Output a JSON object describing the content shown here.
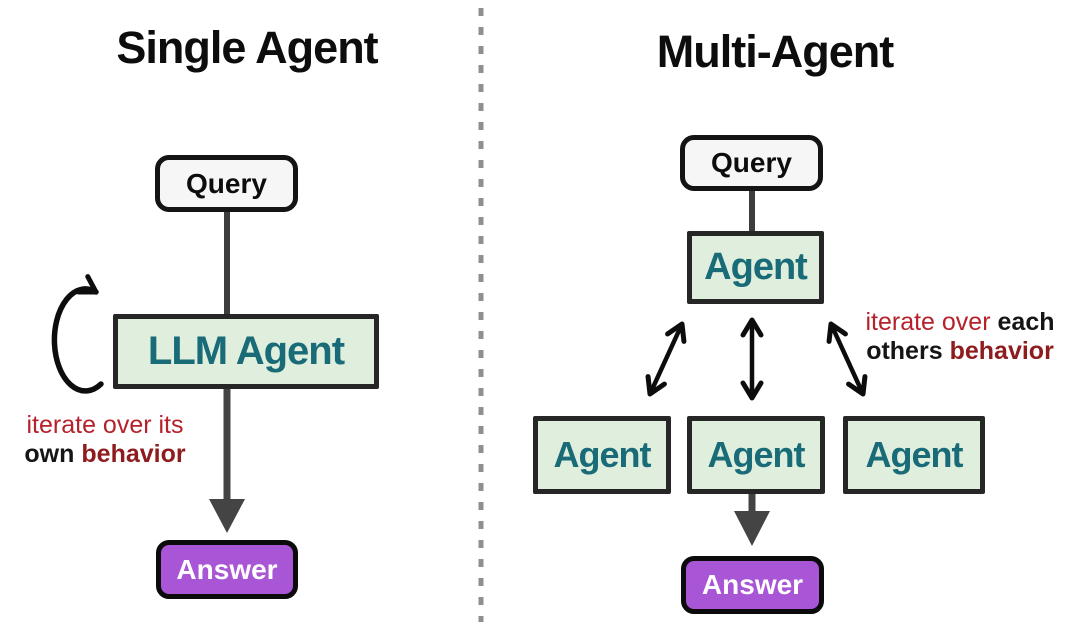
{
  "left_panel": {
    "title": "Single Agent",
    "query_label": "Query",
    "agent_label": "LLM Agent",
    "answer_label": "Answer",
    "annotation": {
      "line1_red": "iterate over its",
      "line2_black": "own",
      "line2_maroon": "behavior"
    }
  },
  "right_panel": {
    "title": "Multi-Agent",
    "query_label": "Query",
    "coordinator_label": "Agent",
    "workers": [
      {
        "label": "Agent"
      },
      {
        "label": "Agent"
      },
      {
        "label": "Agent"
      }
    ],
    "answer_label": "Answer",
    "annotation": {
      "line1_red": "iterate over",
      "line1_black": "each",
      "line2_black": "others",
      "line2_maroon": "behavior"
    }
  },
  "colors": {
    "agent_box_fill": "#dfeedd",
    "agent_text_teal": "#196b78",
    "answer_purple": "#a855d6",
    "annotation_red": "#b5222c",
    "annotation_maroon": "#8e1b1e",
    "flow_arrow_gray": "#3d3d3d",
    "divider_gray": "#8f8f8f",
    "black_arrow": "#0d0d0d"
  }
}
